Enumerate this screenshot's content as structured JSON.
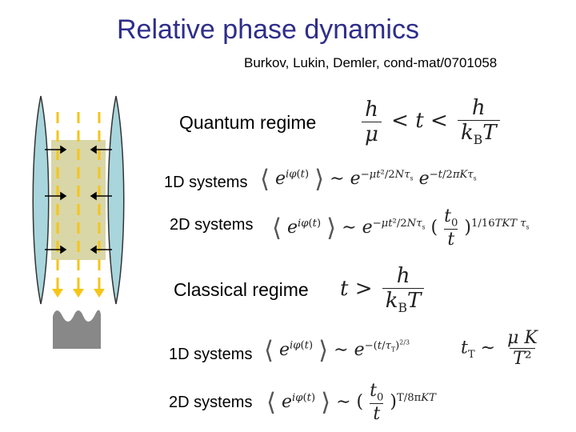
{
  "slide": {
    "title": "Relative phase dynamics",
    "reference": "Burkov, Lukin, Demler, cond-mat/0701058"
  },
  "quantum": {
    "heading": "Quantum regime",
    "label_1d": "1D systems",
    "label_2d": "2D systems"
  },
  "classical": {
    "heading": "Classical regime",
    "label_1d": "1D systems",
    "label_2d": "2D systems"
  },
  "colors": {
    "title": "#2e2e8a",
    "tube": "#a8d6dc",
    "dash": "#f5c518",
    "overlap": "#d9d6a8",
    "detector": "#888888"
  }
}
